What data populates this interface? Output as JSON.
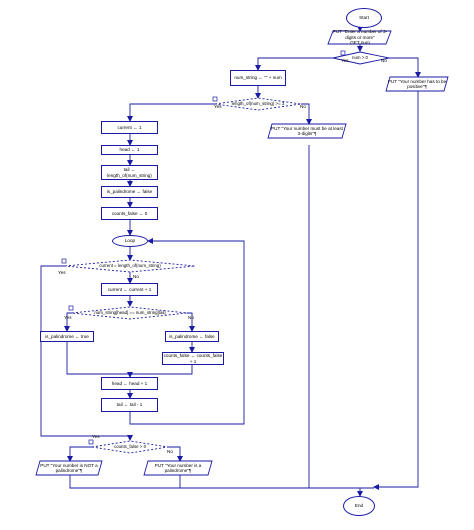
{
  "flowchart": {
    "start": "Start",
    "end": "End",
    "input": "PUT \"Enter a number of 3-digits or more\"\nGET num",
    "cond_positive": "num > 0",
    "out_positive": "PUT \"Your number has to be\npositive\"¶",
    "assign_string": "num_string ← \"\" + num",
    "cond_length": "length_of(num_string) >= 3",
    "out_length": "PUT \"Your number must be at least\n3-digits\"¶",
    "current_init": "current ← 1",
    "head_init": "head ← 1",
    "tail_init": "tail ←\nlength_of(num_string)",
    "palindrome_init": "is_palindrome ← false",
    "counts_init": "counts_false ← 0",
    "loop": "Loop",
    "cond_loop": "current = length_of(num_string)",
    "current_incr": "current ← current + 1",
    "cond_compare": "num_string[head] == num_string[tail]",
    "palindrome_true": "is_palindrome ← true",
    "palindrome_false": "is_palindrome ← false",
    "counts_incr": "counts_false ← counts_false + 1",
    "head_incr": "head ← head + 1",
    "tail_decr": "tail ← tail - 1",
    "cond_counts": "counts_false > 0",
    "out_not_palindrome": "PUT \"Your number is NOT a\npalindrome\"¶",
    "out_palindrome": "PUT \"Your number is a\npalindrome\"¶",
    "yes": "Yes",
    "no": "No"
  },
  "colors": {
    "line": "#1a1aa6",
    "diamond_fill": "#ffffff"
  }
}
